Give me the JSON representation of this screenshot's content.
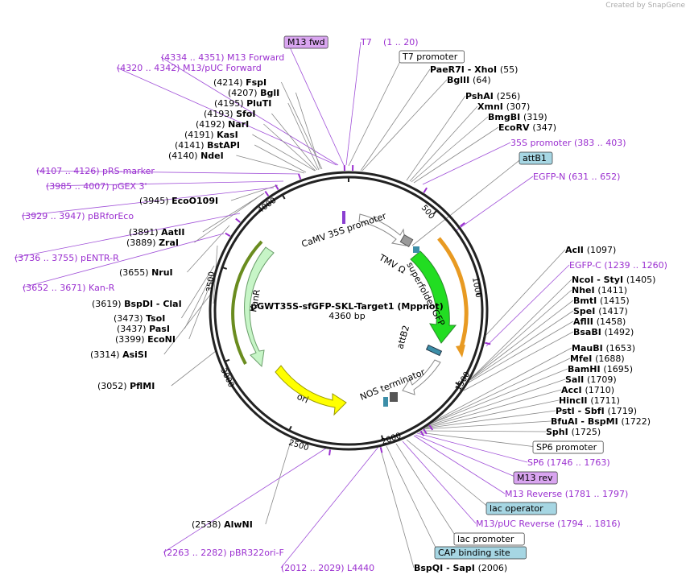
{
  "branding": "Created by SnapGene",
  "plasmid": {
    "name": "pGWT35S-sfGFP-SKL-Target1 (Mppnot)",
    "size": "4360 bp"
  },
  "ticks": [
    "500",
    "1000",
    "1500",
    "2000",
    "2500",
    "3000",
    "3500",
    "4000"
  ],
  "features": [
    {
      "id": "f-35s",
      "label": "CaMV 35S promoter"
    },
    {
      "id": "f-tmv",
      "label": "TMV Ω"
    },
    {
      "id": "f-sfgfp",
      "label": "superfolder GFP"
    },
    {
      "id": "f-attb2",
      "label": "attB2"
    },
    {
      "id": "f-nos",
      "label": "NOS terminator"
    },
    {
      "id": "f-ori",
      "label": "ori"
    },
    {
      "id": "f-kanr",
      "label": "KanR"
    }
  ],
  "labels": [
    {
      "id": "m13fwd",
      "text": "M13 fwd",
      "box": "#d9a5f0",
      "color": "black"
    },
    {
      "id": "t7",
      "text": "T7",
      "color": "purple"
    },
    {
      "id": "t7range",
      "text": "(1 .. 20)",
      "color": "purple"
    },
    {
      "id": "t7prom",
      "text": "T7 promoter",
      "box": "#ffffff",
      "color": "black"
    },
    {
      "id": "m13f",
      "text": "(4334 .. 4351)  M13 Forward",
      "color": "purple"
    },
    {
      "id": "m13puc",
      "text": "(4320 .. 4342)  M13/pUC Forward",
      "color": "purple"
    },
    {
      "id": "fspi",
      "num": "(4214)",
      "name": "FspI"
    },
    {
      "id": "bgli",
      "num": "(4207)",
      "name": "BglI"
    },
    {
      "id": "pluti",
      "num": "(4195)",
      "name": "PluTI"
    },
    {
      "id": "sfoi",
      "num": "(4193)",
      "name": "SfoI"
    },
    {
      "id": "nari",
      "num": "(4192)",
      "name": "NarI"
    },
    {
      "id": "kasi",
      "num": "(4191)",
      "name": "KasI"
    },
    {
      "id": "bstapi",
      "num": "(4141)",
      "name": "BstAPI"
    },
    {
      "id": "ndei",
      "num": "(4140)",
      "name": "NdeI"
    },
    {
      "id": "prs",
      "text": "(4107 .. 4126)  pRS-marker",
      "color": "purple"
    },
    {
      "id": "pgex",
      "text": "(3985 .. 4007)  pGEX 3'",
      "color": "purple"
    },
    {
      "id": "ecoo109i",
      "num": "(3945)",
      "name": "EcoO109I"
    },
    {
      "id": "pbrfor",
      "text": "(3929 .. 3947)  pBRforEco",
      "color": "purple"
    },
    {
      "id": "aatii",
      "num": "(3891)",
      "name": "AatII"
    },
    {
      "id": "zrai",
      "num": "(3889)",
      "name": "ZraI"
    },
    {
      "id": "pentr",
      "text": "(3736 .. 3755)  pENTR-R",
      "color": "purple"
    },
    {
      "id": "nrui",
      "num": "(3655)",
      "name": "NruI"
    },
    {
      "id": "kanrprimer",
      "text": "(3652 .. 3671)  Kan-R",
      "color": "purple"
    },
    {
      "id": "bspdi",
      "num": "(3619)",
      "name": "BspDI  - ClaI"
    },
    {
      "id": "tsoi",
      "num": "(3473)",
      "name": "TsoI"
    },
    {
      "id": "pasi",
      "num": "(3437)",
      "name": "PasI"
    },
    {
      "id": "econi",
      "num": "(3399)",
      "name": "EcoNI"
    },
    {
      "id": "asisi",
      "num": "(3314)",
      "name": "AsiSI"
    },
    {
      "id": "pflmi",
      "num": "(3052)",
      "name": "PflMI"
    },
    {
      "id": "alwni",
      "num": "(2538)",
      "name": "AlwNI"
    },
    {
      "id": "pbr322",
      "text": "(2263 .. 2282)  pBR322ori-F",
      "color": "purple"
    },
    {
      "id": "l4440",
      "text": "(2012 .. 2029)  L4440",
      "color": "purple"
    },
    {
      "id": "bspqi",
      "name": "BspQI  - SapI",
      "num": "(2006)"
    },
    {
      "id": "cap",
      "text": "CAP binding site",
      "box": "#a6d6e3",
      "color": "black"
    },
    {
      "id": "lacprom",
      "text": "lac promoter",
      "box": "#ffffff",
      "color": "black"
    },
    {
      "id": "m13pucrev",
      "text": "M13/pUC Reverse     (1794 .. 1816)",
      "color": "purple"
    },
    {
      "id": "lacop",
      "text": "lac operator",
      "box": "#a6d6e3",
      "color": "black"
    },
    {
      "id": "m13rev",
      "text": "M13 Reverse     (1781 .. 1797)",
      "color": "purple"
    },
    {
      "id": "m13revbox",
      "text": "M13 rev",
      "box": "#d9a5f0",
      "color": "black"
    },
    {
      "id": "sp6",
      "text": "SP6     (1746 .. 1763)",
      "color": "purple"
    },
    {
      "id": "sp6prom",
      "text": "SP6 promoter",
      "box": "#ffffff",
      "color": "black"
    },
    {
      "id": "sphi",
      "name": "SphI",
      "num": "(1725)"
    },
    {
      "id": "bfuai",
      "name": "BfuAI  - BspMI",
      "num": "(1722)"
    },
    {
      "id": "psti",
      "name": "PstI  - SbfI",
      "num": "(1719)"
    },
    {
      "id": "hincii",
      "name": "HincII",
      "num": "(1711)"
    },
    {
      "id": "acci",
      "name": "AccI",
      "num": "(1710)"
    },
    {
      "id": "sali",
      "name": "SalI",
      "num": "(1709)"
    },
    {
      "id": "bamhi",
      "name": "BamHI",
      "num": "(1695)"
    },
    {
      "id": "mfei",
      "name": "MfeI",
      "num": "(1688)"
    },
    {
      "id": "maubi",
      "name": "MauBI",
      "num": "(1653)"
    },
    {
      "id": "bsabi",
      "name": "BsaBI",
      "num": "(1492)"
    },
    {
      "id": "aflii",
      "name": "AflII",
      "num": "(1458)"
    },
    {
      "id": "spei",
      "name": "SpeI",
      "num": "(1417)"
    },
    {
      "id": "bmti",
      "name": "BmtI",
      "num": "(1415)"
    },
    {
      "id": "nhei",
      "name": "NheI",
      "num": "(1411)"
    },
    {
      "id": "ncoi",
      "name": "NcoI  - StyI",
      "num": "(1405)"
    },
    {
      "id": "egfpc",
      "text": "EGFP-C     (1239 .. 1260)",
      "color": "purple"
    },
    {
      "id": "acli",
      "name": "AclI",
      "num": "(1097)"
    },
    {
      "id": "egfpn",
      "text": "EGFP-N     (631 .. 652)",
      "color": "purple"
    },
    {
      "id": "attb1",
      "text": "attB1",
      "box": "#a6d6e3",
      "color": "black"
    },
    {
      "id": "s35prom",
      "text": "35S promoter     (383 .. 403)",
      "color": "purple"
    },
    {
      "id": "ecorv",
      "name": "EcoRV",
      "num": "(347)"
    },
    {
      "id": "bmgbi",
      "name": "BmgBI",
      "num": "(319)"
    },
    {
      "id": "xmni",
      "name": "XmnI",
      "num": "(307)"
    },
    {
      "id": "pshai",
      "name": "PshAI",
      "num": "(256)"
    },
    {
      "id": "bglii",
      "name": "BglII",
      "num": "(64)"
    },
    {
      "id": "paer7i",
      "name": "PaeR7I  - XhoI",
      "num": "(55)"
    }
  ]
}
